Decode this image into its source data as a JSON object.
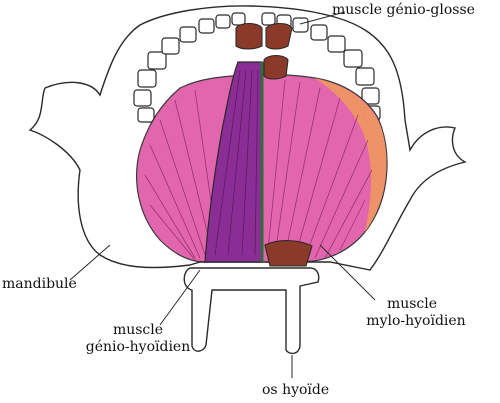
{
  "labels": {
    "genio_glosse": "muscle génio-glosse",
    "mandibule": "mandibule",
    "genio_hyoidien_1": "muscle",
    "genio_hyoidien_2": "génio-hyoïdien",
    "mylo_hyoidien_1": "muscle",
    "mylo_hyoidien_2": "mylo-hyoïdien",
    "os_hyoide": "os hyoïde"
  },
  "colors": {
    "outline": "#2a2a2a",
    "mylo_pink": "#e05aa8",
    "mylo_orange": "#f09a5a",
    "genio_hyoid_purple": "#8a2e96",
    "genio_glosse_brown": "#8b3a2a",
    "median_green": "#2e6e3a"
  }
}
